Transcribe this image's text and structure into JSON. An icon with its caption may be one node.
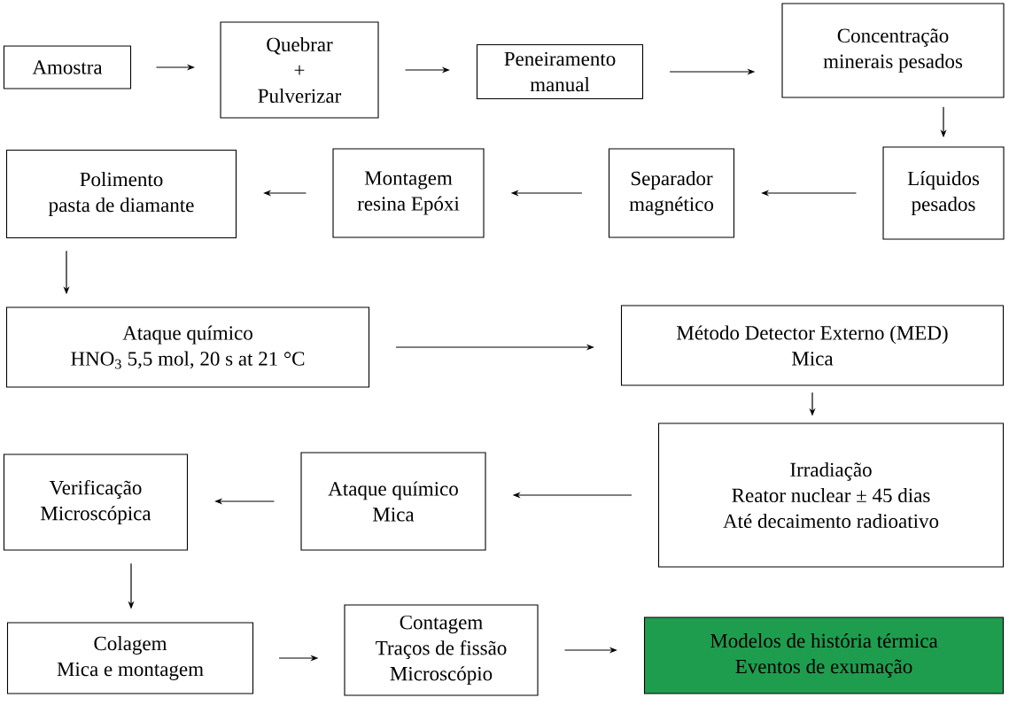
{
  "diagram": {
    "nodes": [
      {
        "text": [
          "Amostra"
        ]
      },
      {
        "text": [
          "Quebrar",
          "+",
          "Pulverizar"
        ]
      },
      {
        "text": [
          "Peneiramento",
          "manual"
        ]
      },
      {
        "text": [
          "Concentração",
          "minerais pesados"
        ]
      },
      {
        "text": [
          "Líquidos",
          "pesados"
        ]
      },
      {
        "text": [
          "Separador",
          "magnético"
        ]
      },
      {
        "text": [
          "Montagem",
          "resina Epóxi"
        ]
      },
      {
        "text": [
          "Polimento",
          "pasta de diamante"
        ]
      },
      {
        "text": [
          "Ataque químico",
          "HNO$_{3}$ 5,5 mol, 20 s at 21 °C"
        ]
      },
      {
        "text": [
          "Método Detector Externo (MED)",
          "Mica"
        ]
      },
      {
        "text": [
          "Irradiação",
          "Reator nuclear ± 45 dias",
          "Até decaimento radioativo"
        ]
      },
      {
        "text": [
          "Ataque químico",
          "Mica"
        ]
      },
      {
        "text": [
          "Verificação",
          "Microscópica"
        ]
      },
      {
        "text": [
          "Colagem",
          "Mica e montagem"
        ]
      },
      {
        "text": [
          "Contagem",
          "Traços de fissão",
          "Microscópio"
        ]
      },
      {
        "text": [
          "Modelos de história térmica",
          "Eventos de exumação"
        ]
      }
    ],
    "edges": [
      {
        "from": 0,
        "to": 1,
        "arrow": "to"
      },
      {
        "from": 1,
        "to": 2,
        "arrow": "to"
      },
      {
        "from": 2,
        "to": 3,
        "arrow": "to"
      },
      {
        "from": 3,
        "to": 4,
        "arrow": "to"
      },
      {
        "from": 4,
        "to": 5,
        "arrow": "to"
      },
      {
        "from": 5,
        "to": 6,
        "arrow": "to"
      },
      {
        "from": 6,
        "to": 7,
        "arrow": "to"
      },
      {
        "from": 7,
        "to": 8,
        "arrow": "to"
      },
      {
        "from": 8,
        "to": 9,
        "arrow": "to"
      },
      {
        "from": 9,
        "to": 10,
        "arrow": "to"
      },
      {
        "from": 10,
        "to": 11,
        "arrow": "to"
      },
      {
        "from": 11,
        "to": 12,
        "arrow": "to"
      },
      {
        "from": 12,
        "to": 13,
        "arrow": "to"
      },
      {
        "from": 13,
        "to": 14,
        "arrow": "to"
      },
      {
        "from": 14,
        "to": 15,
        "arrow": "to"
      }
    ]
  }
}
